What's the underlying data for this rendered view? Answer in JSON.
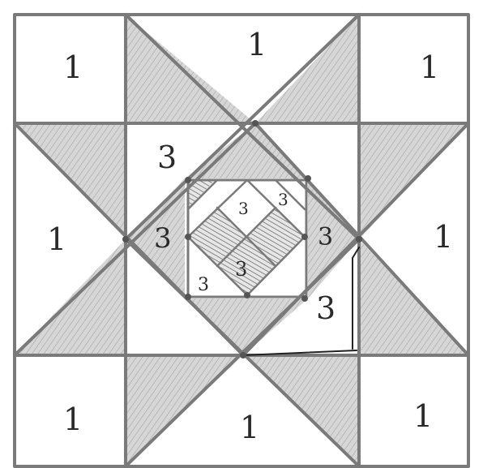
{
  "sketch": {
    "pencil_color": "#7a7a7a",
    "shade_color": "#c9c9c9",
    "dark_shade_color": "#9a9a9a",
    "paper_color": "#ffffff",
    "labels": {
      "corner_tl": "1",
      "top_mid": "1",
      "corner_tr": "1",
      "left_mid": "1",
      "right_mid": "1",
      "corner_bl": "1",
      "bottom_mid": "1",
      "corner_br": "1",
      "ring_top_left": "3",
      "ring_left": "3",
      "ring_right": "3",
      "ring_bottom_right": "3",
      "center_top": "3",
      "center_top_right": "3",
      "center_mid": "3",
      "center_bottom_left": "3"
    }
  }
}
